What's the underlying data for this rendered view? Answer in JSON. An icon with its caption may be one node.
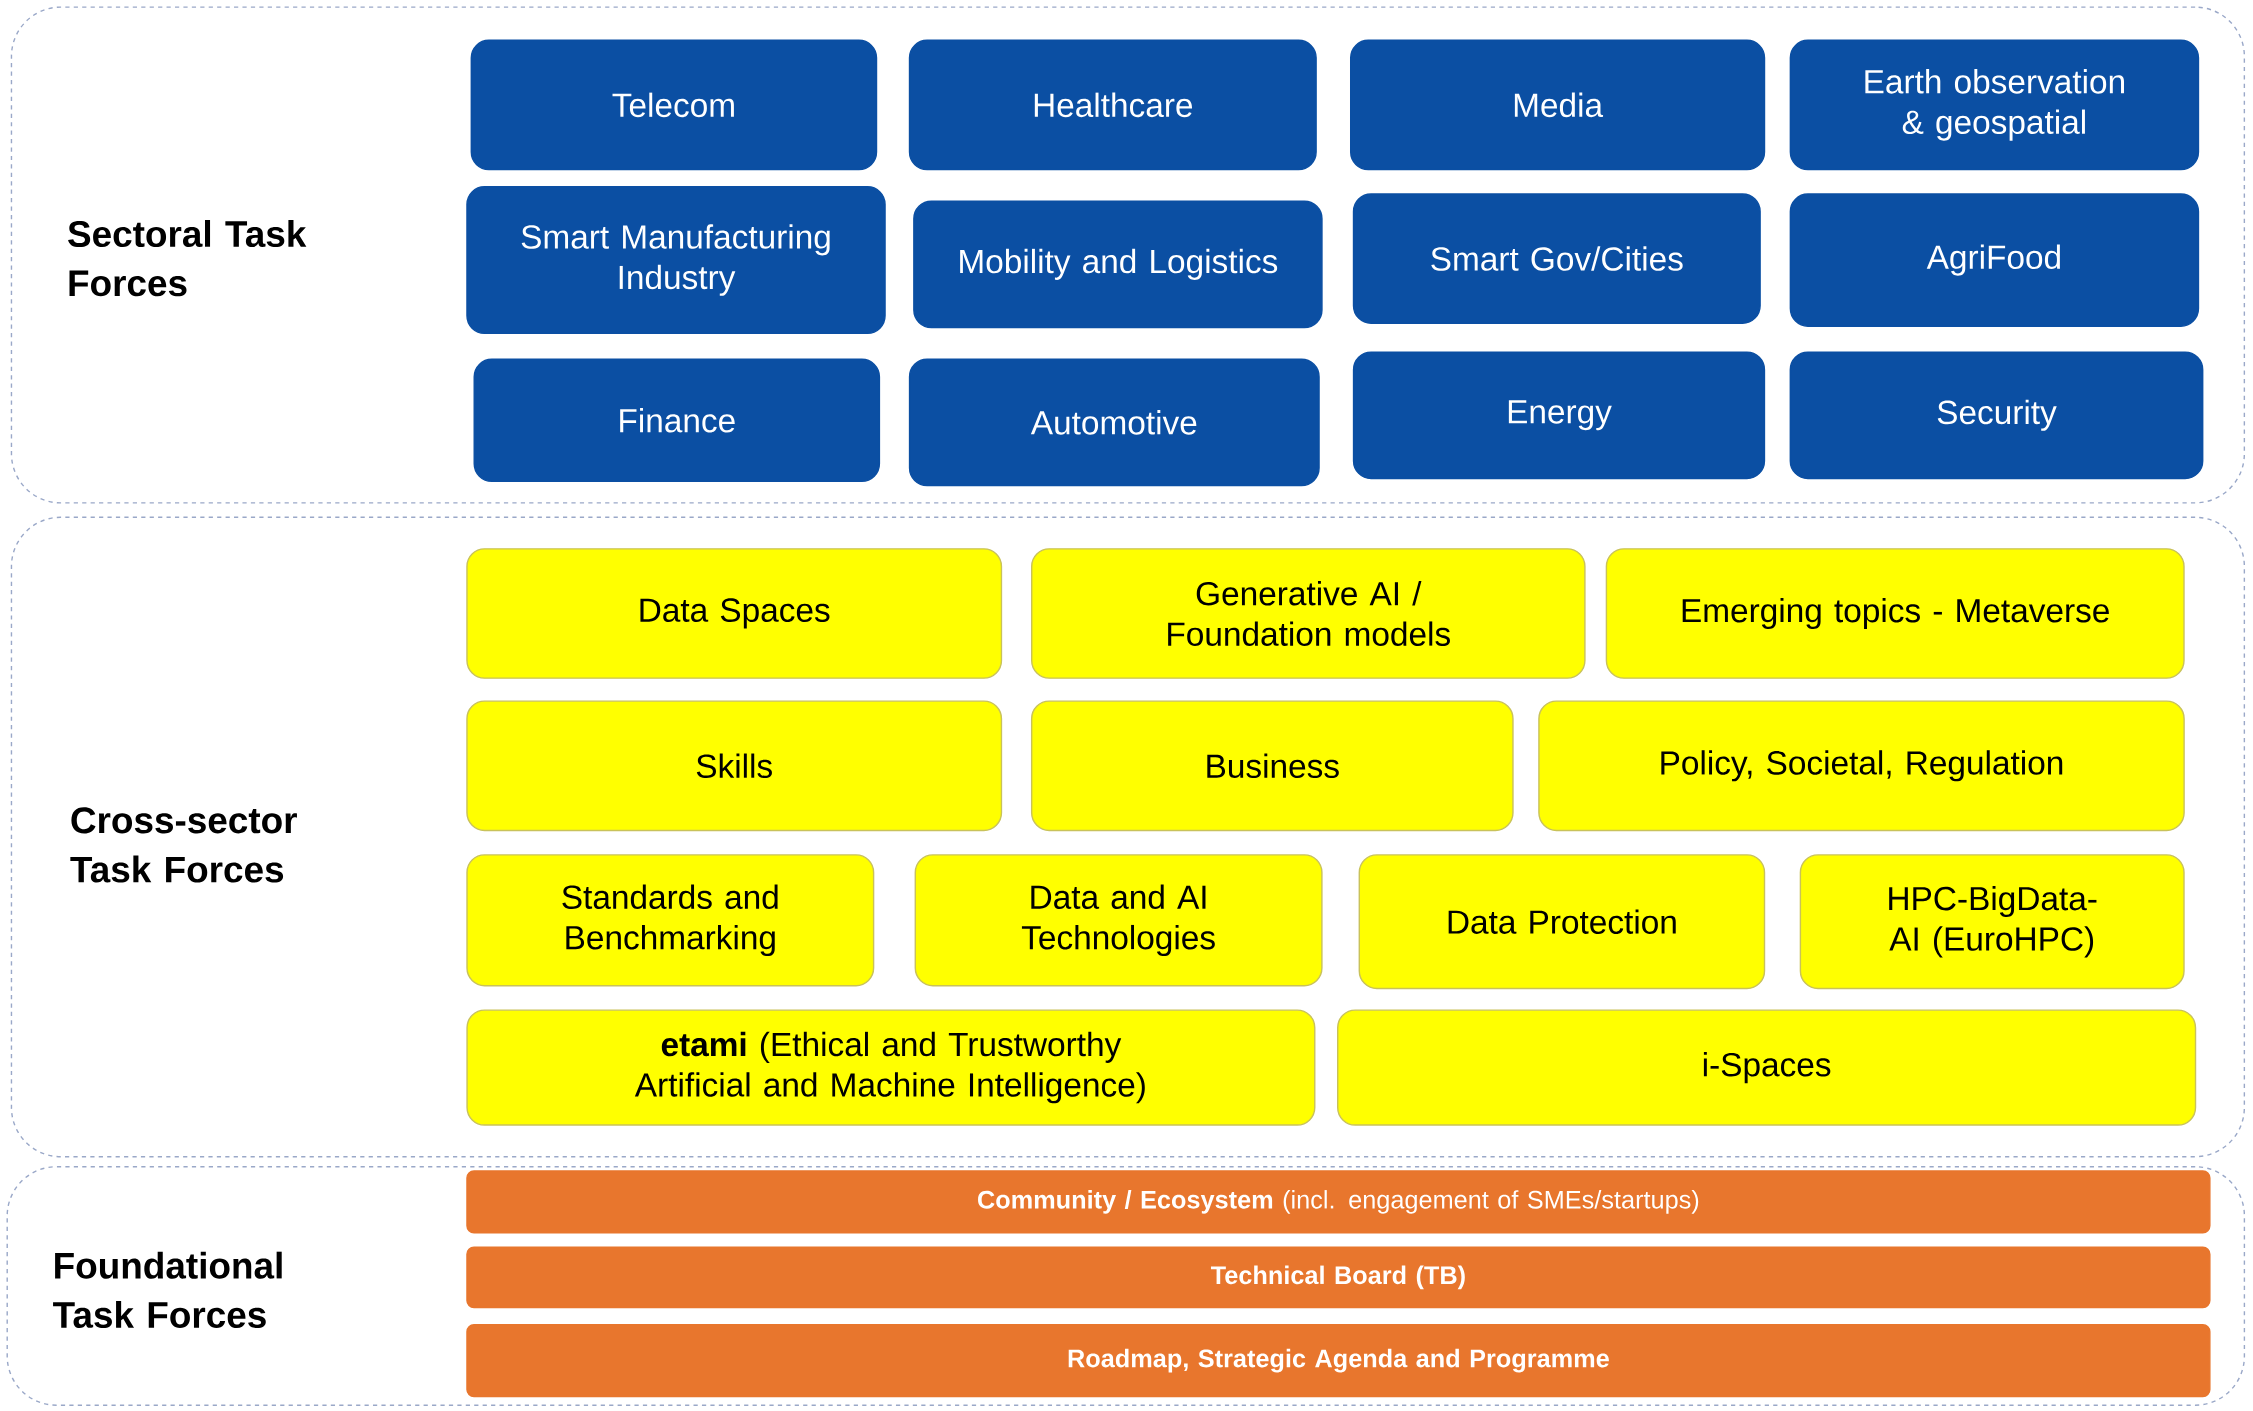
{
  "diagram": {
    "nodes": [
      {
        "text": [
          "Sectoral Task Forces"
        ]
      },
      {
        "text": [
          "Telecom"
        ],
        "in": 0
      },
      {
        "text": [
          "Healthcare"
        ],
        "in": 0
      },
      {
        "text": [
          "Media"
        ],
        "in": 0
      },
      {
        "text": [
          "Earth observation & geospatial"
        ],
        "in": 0
      },
      {
        "text": [
          "Smart Manufacturing Industry"
        ],
        "in": 0
      },
      {
        "text": [
          "Mobility and Logistics"
        ],
        "in": 0
      },
      {
        "text": [
          "Smart Gov/Cities"
        ],
        "in": 0
      },
      {
        "text": [
          "AgriFood"
        ],
        "in": 0
      },
      {
        "text": [
          "Finance"
        ],
        "in": 0
      },
      {
        "text": [
          "Automotive"
        ],
        "in": 0
      },
      {
        "text": [
          "Energy"
        ],
        "in": 0
      },
      {
        "text": [
          "Security"
        ],
        "in": 0
      },
      {
        "text": [
          "Cross-sector Task Forces"
        ]
      },
      {
        "text": [
          "Data Spaces"
        ],
        "in": 13
      },
      {
        "text": [
          "Generative AI / Foundation models"
        ],
        "in": 13
      },
      {
        "text": [
          "Emerging topics - Metaverse"
        ],
        "in": 13
      },
      {
        "text": [
          "Skills"
        ],
        "in": 13
      },
      {
        "text": [
          "Business"
        ],
        "in": 13
      },
      {
        "text": [
          "Policy, Societal, Regulation"
        ],
        "in": 13
      },
      {
        "text": [
          "Standards and Benchmarking"
        ],
        "in": 13
      },
      {
        "text": [
          "Data and AI Technologies"
        ],
        "in": 13
      },
      {
        "text": [
          "Data Protection"
        ],
        "in": 13
      },
      {
        "text": [
          "HPC-BigData-AI (EuroHPC)"
        ],
        "in": 13
      },
      {
        "text": [
          "**etami** (Ethical and Trustworthy Artificial and Machine Intelligence)"
        ],
        "in": 13
      },
      {
        "text": [
          "i-Spaces"
        ],
        "in": 13
      },
      {
        "text": [
          "Foundational Task Forces"
        ]
      },
      {
        "text": [
          "**Community / Ecosystem** (incl. engagement of SMEs/startups)"
        ],
        "in": 26
      },
      {
        "text": [
          "Technical Board (TB)"
        ],
        "in": 26
      },
      {
        "text": [
          "Roadmap, Strategic Agenda and Programme"
        ],
        "in": 26
      }
    ]
  }
}
